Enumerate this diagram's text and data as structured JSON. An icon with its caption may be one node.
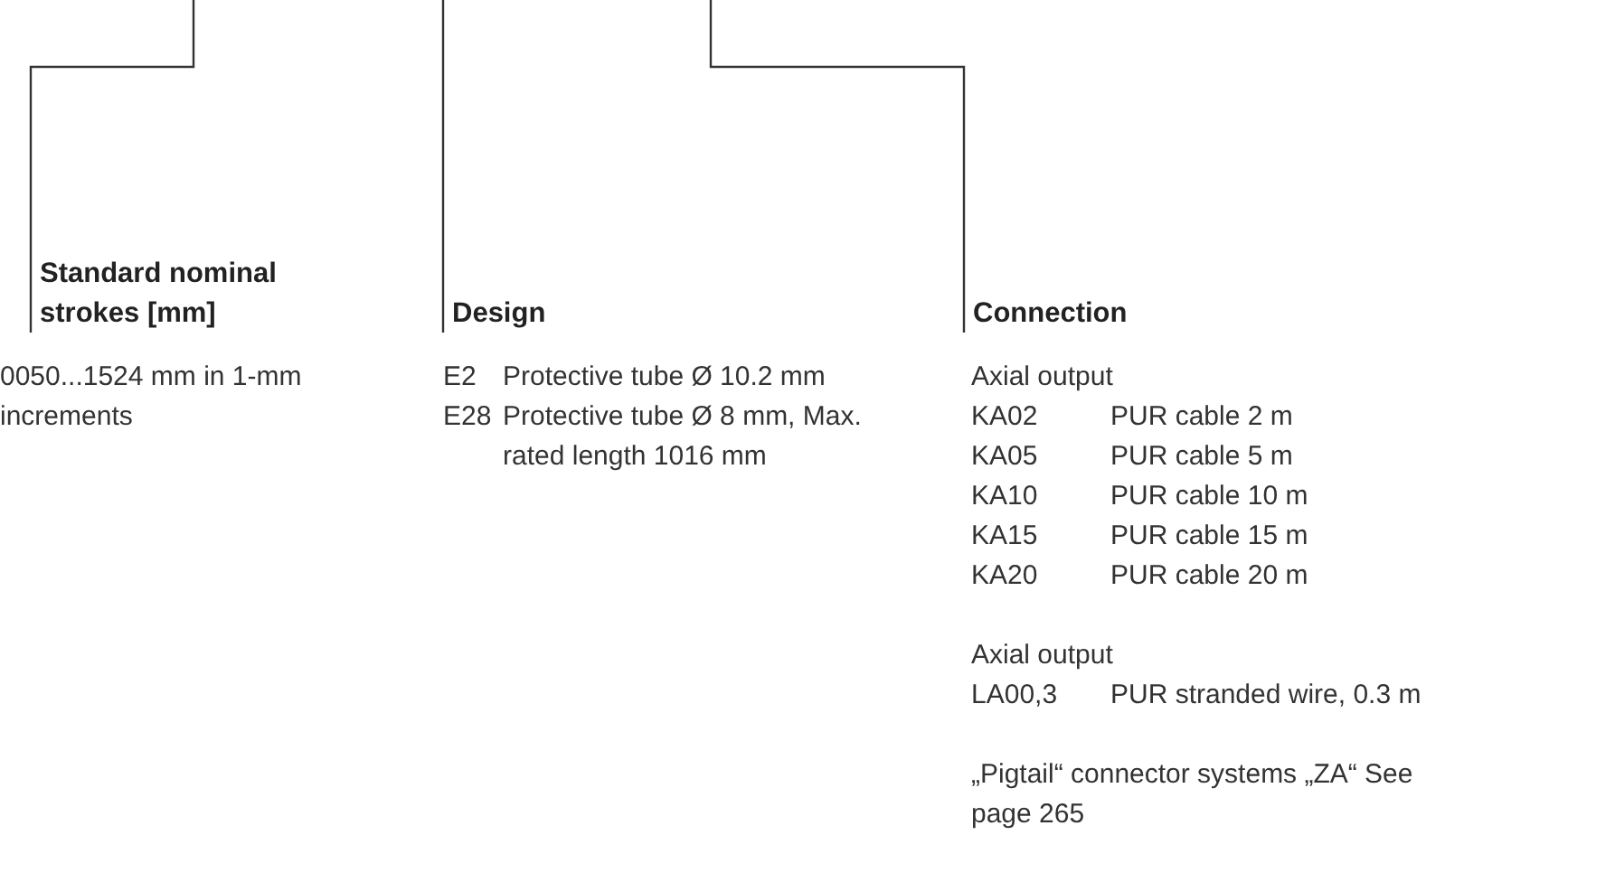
{
  "diagram": {
    "nodes": [
      {
        "text": [
          "Standard nominal strokes [mm]"
        ]
      },
      {
        "text": [
          "Design"
        ]
      },
      {
        "text": [
          "Connection"
        ]
      }
    ],
    "edges": [
      {
        "from": null,
        "to": 0,
        "arrow": "none"
      },
      {
        "from": null,
        "to": 1,
        "arrow": "none"
      },
      {
        "from": null,
        "to": 2,
        "arrow": "none"
      }
    ],
    "labels": [
      "0050...1524 mm in 1-mm increments",
      "E2",
      "Protective tube Ø 10.2 mm",
      "E28",
      "Protective tube Ø 8 mm, Max. rated length 1016 mm",
      "Axial output",
      "KA02",
      "PUR cable 2 m",
      "KA05",
      "PUR cable 5 m",
      "KA10",
      "PUR cable 10 m",
      "KA15",
      "PUR cable 15 m",
      "KA20",
      "PUR cable 20 m",
      "Axial output",
      "LA00,3",
      "PUR stranded wire, 0.3 m",
      "„Pigtail“ connector systems „ZA“ See page 265"
    ]
  }
}
